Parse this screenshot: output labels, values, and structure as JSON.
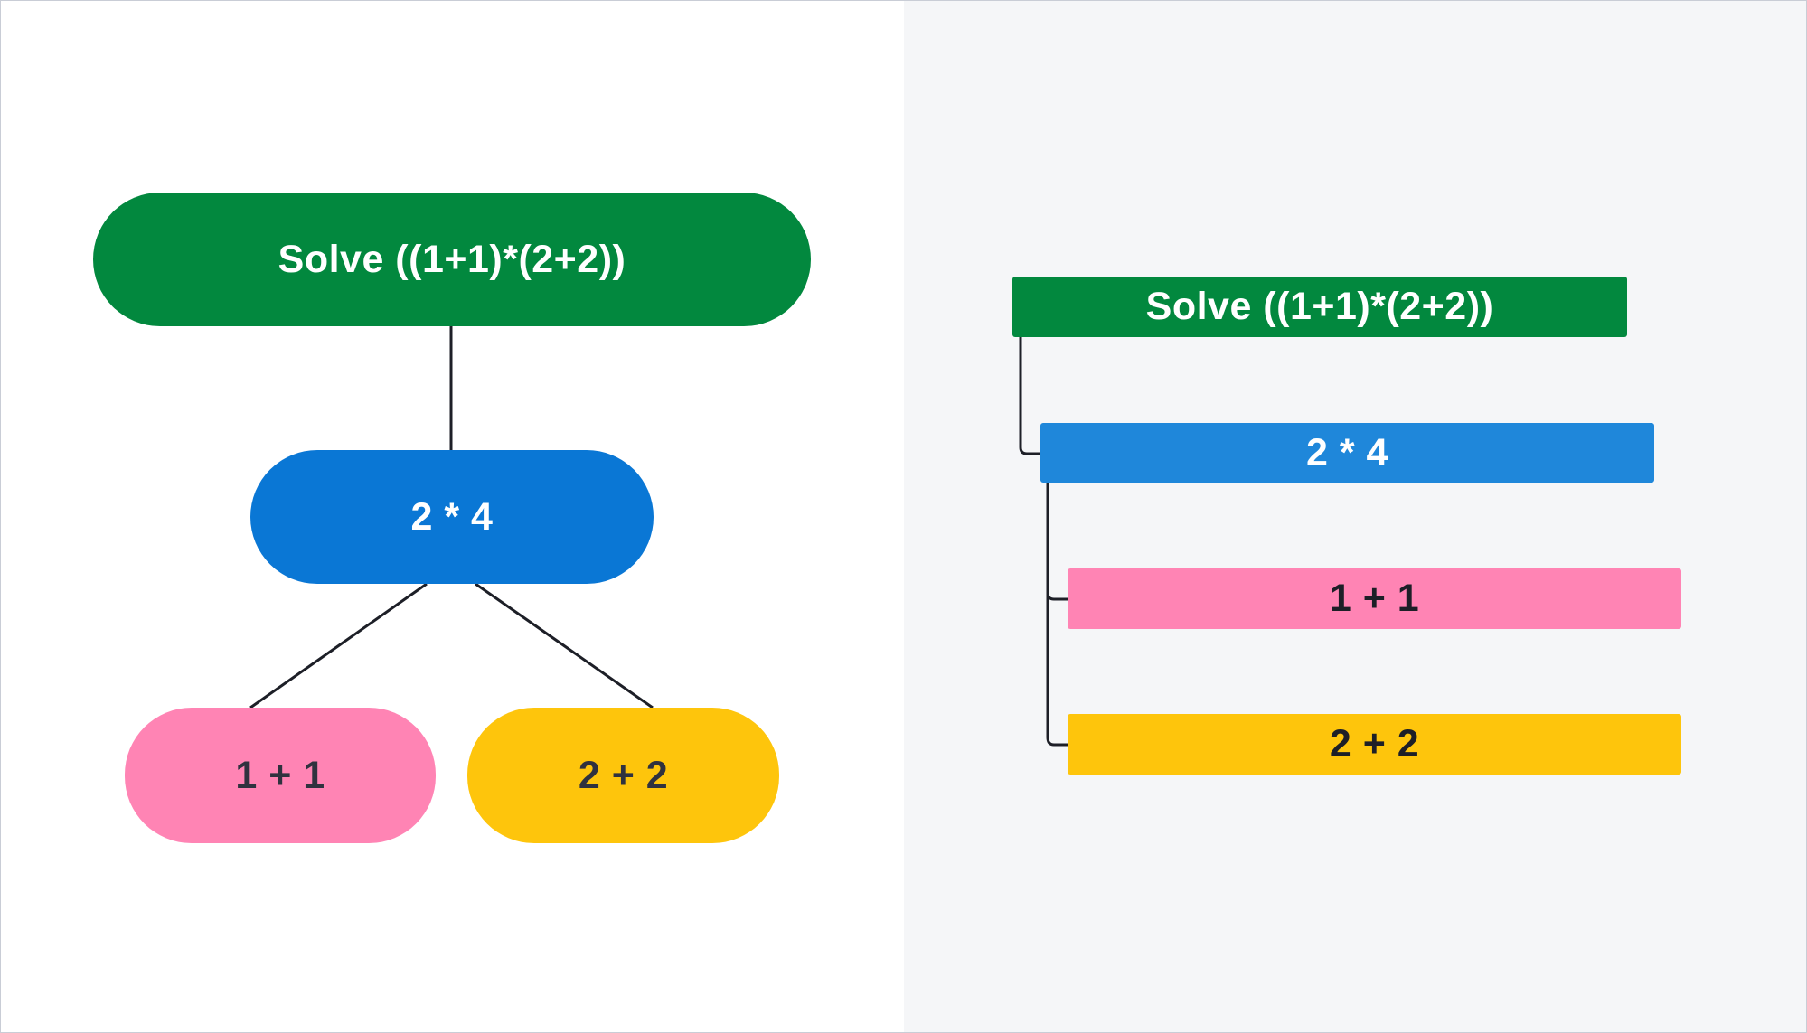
{
  "tree_view": {
    "root": {
      "label": "Solve ((1+1)*(2+2))",
      "color": "#02883e"
    },
    "middle": {
      "label": "2 * 4",
      "color": "#0a77d5"
    },
    "left_leaf": {
      "label": "1 + 1",
      "color": "#ff84b4"
    },
    "right_leaf": {
      "label": "2 + 2",
      "color": "#fec50c"
    }
  },
  "list_view": {
    "root": {
      "label": "Solve ((1+1)*(2+2))",
      "color": "#02883e"
    },
    "level1": {
      "label": "2 * 4",
      "color": "#1f87da"
    },
    "level2_first": {
      "label": "1 + 1",
      "color": "#ff84b4"
    },
    "level2_second": {
      "label": "2 + 2",
      "color": "#fec50c"
    }
  },
  "colors": {
    "connector": "#1d1f27",
    "right_panel_background": "#f5f6f8",
    "dark_text": "#30323f"
  }
}
